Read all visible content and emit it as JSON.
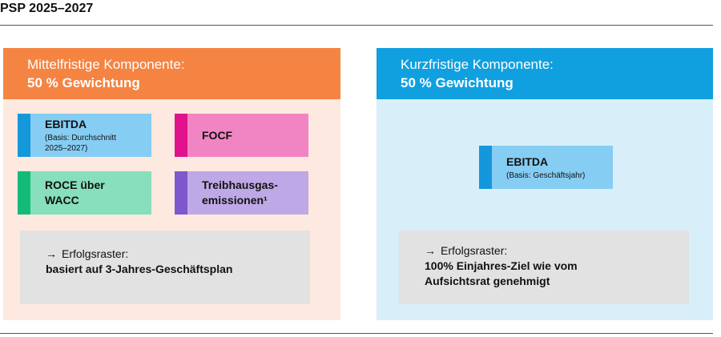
{
  "title": "PSP 2025–2027",
  "colors": {
    "orange": "#f58342",
    "blue": "#10a0e0",
    "left_bg": "#fde9df",
    "right_bg": "#d8eef9",
    "ebitda": "#86cdf3",
    "ebitda_bar": "#1597dc",
    "focf": "#f185c3",
    "focf_bar": "#e0128c",
    "roce": "#87dfbb",
    "roce_bar": "#14bb78",
    "ghg": "#bea8e5",
    "ghg_bar": "#7f57cc",
    "grid": "#e2e2e2"
  },
  "left": {
    "header_line1": "Mittelfristige Komponente:",
    "header_line2": "50 % Gewichtung",
    "ebitda_title": "EBITDA",
    "ebitda_sub1": "(Basis: Durchschnitt",
    "ebitda_sub2": "2025–2027)",
    "focf_title": "FOCF",
    "roce_line1": "ROCE über",
    "roce_line2": "WACC",
    "ghg_line1": "Treibhausgas-",
    "ghg_line2": "emissionen¹",
    "grid_arrow": "→",
    "grid_line1": "Erfolgsraster:",
    "grid_line2": "basiert auf 3-Jahres-Geschäftsplan"
  },
  "right": {
    "header_line1": "Kurzfristige Komponente:",
    "header_line2": "50 % Gewichtung",
    "ebitda_title": "EBITDA",
    "ebitda_sub": "(Basis: Geschäftsjahr)",
    "grid_arrow": "→",
    "grid_line1": "Erfolgsraster:",
    "grid_line2": "100% Einjahres-Ziel wie vom",
    "grid_line3": "Aufsichtsrat genehmigt"
  }
}
